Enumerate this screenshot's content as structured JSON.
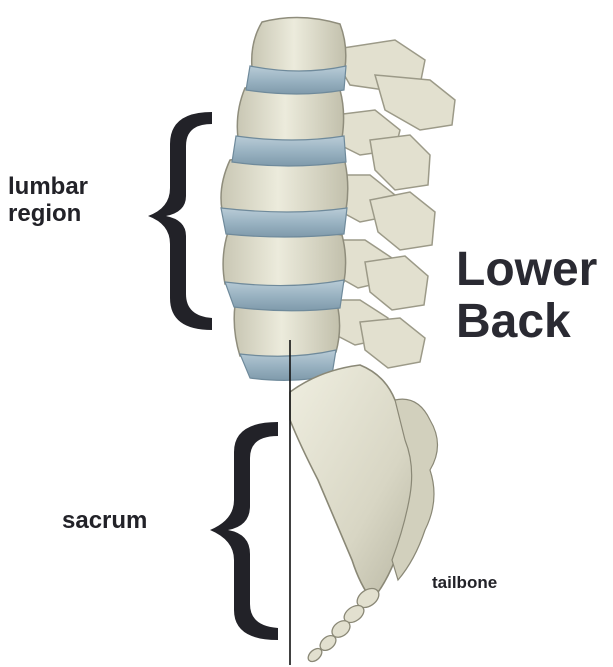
{
  "title": {
    "line1": "Lower",
    "line2": "Back"
  },
  "labels": {
    "lumbar_line1": "lumbar",
    "lumbar_line2": "region",
    "sacrum": "sacrum",
    "tailbone": "tailbone"
  },
  "colors": {
    "background": "#ffffff",
    "bone": "#e4e2d2",
    "bone_shadow": "#b9b7a4",
    "disc": "#9fb6c4",
    "bracket": "#222228",
    "text": "#222228"
  },
  "icons": [
    "brace-bracket-icon",
    "spine-illustration"
  ]
}
